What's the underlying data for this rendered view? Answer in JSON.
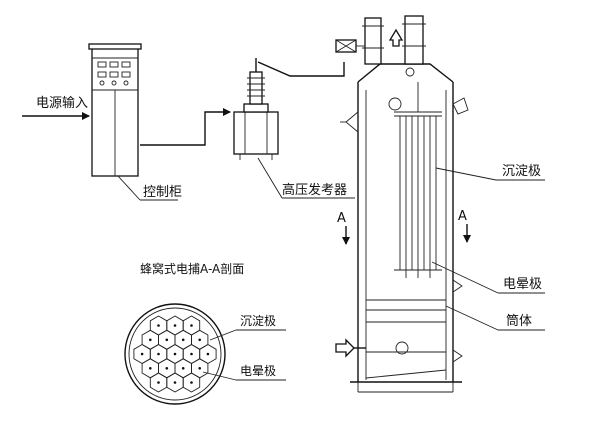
{
  "labels": {
    "power_input": "电源输入",
    "control_cabinet": "控制柜",
    "hv_generator": "高压发考器",
    "section_title": "蜂窝式电捕A-A剖面",
    "section_collecting": "沉淀极",
    "section_corona": "电晕极",
    "collecting_electrode": "沉淀极",
    "corona_electrode": "电晕极",
    "shell": "筒体",
    "section_mark_left": "A",
    "section_mark_right": "A"
  },
  "colors": {
    "line": "#111111",
    "background": "#ffffff"
  }
}
